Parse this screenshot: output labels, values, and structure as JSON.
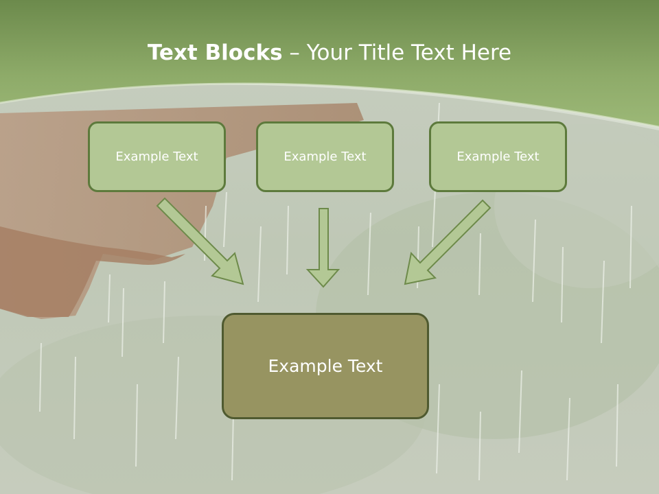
{
  "title": {
    "bold": "Text Blocks",
    "separator": " – ",
    "rest": "Your Title Text Here"
  },
  "blocks": [
    {
      "label": "Example Text"
    },
    {
      "label": "Example Text"
    },
    {
      "label": "Example Text"
    }
  ],
  "result_block": {
    "label": "Example Text"
  },
  "colors": {
    "header_green": "#8fad6a",
    "block_fill": "#b3c895",
    "block_border": "#5d7a3c",
    "result_fill": "#979461",
    "arrow_fill": "#b3c895",
    "arrow_stroke": "#6d8a4a"
  }
}
